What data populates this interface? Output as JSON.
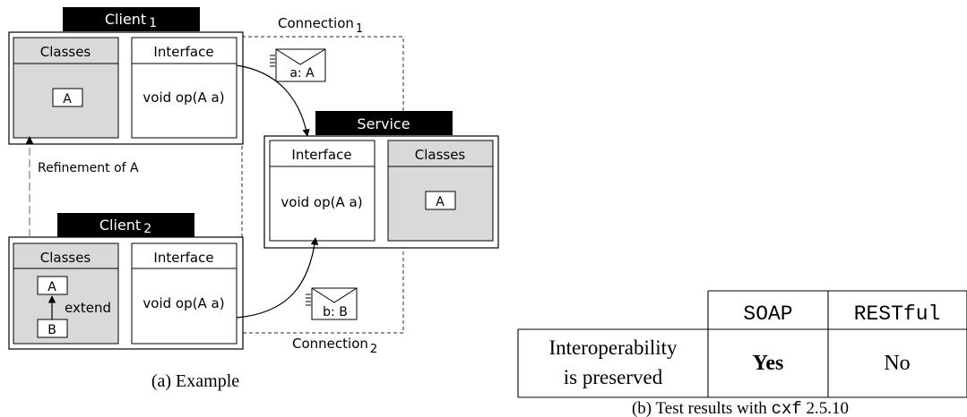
{
  "figure_a": {
    "client1": {
      "title": "Client",
      "title_sub": "1",
      "classes_label": "Classes",
      "class_a": "A",
      "interface_label": "Interface",
      "op": "void op(A a)"
    },
    "client2": {
      "title": "Client",
      "title_sub": "2",
      "classes_label": "Classes",
      "class_a": "A",
      "class_b": "B",
      "extend_label": "extend",
      "interface_label": "Interface",
      "op": "void op(A a)"
    },
    "service": {
      "title": "Service",
      "interface_label": "Interface",
      "op": "void op(A a)",
      "classes_label": "Classes",
      "class_a": "A"
    },
    "connection1": {
      "label": "Connection",
      "sub": "1"
    },
    "connection2": {
      "label": "Connection",
      "sub": "2"
    },
    "message1": "a: A",
    "message2": "b: B",
    "refinement_label": "Refinement of A",
    "caption": "(a)  Example"
  },
  "figure_b": {
    "columns": [
      "SOAP",
      "RESTful"
    ],
    "row_label_line1": "Interoperability",
    "row_label_line2": "is preserved",
    "soap_value": "Yes",
    "restful_value": "No",
    "caption_prefix": "(b)  Test results with ",
    "caption_code": "cxf",
    "caption_version": " 2.5.10"
  }
}
